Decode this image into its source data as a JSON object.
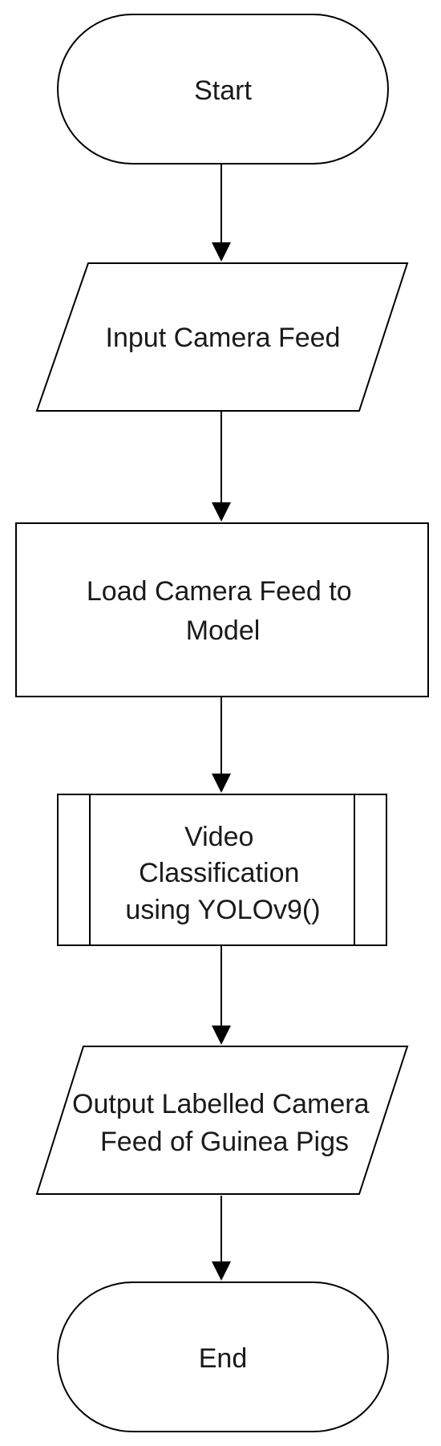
{
  "diagram": {
    "type": "flowchart",
    "nodes": [
      {
        "id": "start",
        "shape": "terminator",
        "lines": [
          "Start"
        ]
      },
      {
        "id": "input",
        "shape": "data",
        "lines": [
          "Input Camera Feed"
        ]
      },
      {
        "id": "load",
        "shape": "process",
        "lines": [
          "Load Camera Feed to",
          "Model"
        ]
      },
      {
        "id": "classify",
        "shape": "predefined-process",
        "lines": [
          "Video",
          "Classification",
          "using YOLOv9()"
        ]
      },
      {
        "id": "output",
        "shape": "data",
        "lines": [
          "Output Labelled Camera",
          "Feed of Guinea Pigs"
        ]
      },
      {
        "id": "end",
        "shape": "terminator",
        "lines": [
          "End"
        ]
      }
    ],
    "edges": [
      {
        "from": "start",
        "to": "input"
      },
      {
        "from": "input",
        "to": "load"
      },
      {
        "from": "load",
        "to": "classify"
      },
      {
        "from": "classify",
        "to": "output"
      },
      {
        "from": "output",
        "to": "end"
      }
    ],
    "colors": {
      "stroke": "#000000",
      "fill": "#ffffff",
      "text": "#1a1a1a"
    }
  }
}
